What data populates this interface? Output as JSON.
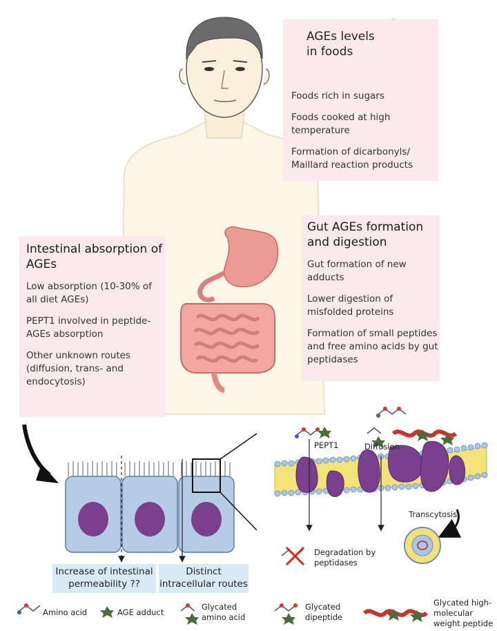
{
  "foods_box": {
    "title_line1": "AGEs levels",
    "title_line2": "in foods",
    "items": [
      "Foods rich in sugars",
      "Foods cooked at high temperature",
      "Formation of dicarbonyls/ Maillard reaction products"
    ]
  },
  "gut_box": {
    "title": "Gut AGEs formation and digestion",
    "items": [
      "Gut formation of new adducts",
      "Lower digestion of misfolded proteins",
      "Formation of small peptides and free amino acids by gut peptidases"
    ]
  },
  "absorption_box": {
    "title": "Intestinal absorption of AGEs",
    "items": [
      "Low absorption (10-30% of all diet AGEs)",
      "PEPT1 involved in peptide-AGEs absorption",
      "Other unknown routes (diffusion, trans- and endocytosis)"
    ]
  },
  "cells": {
    "permeability_label": "Increase of intestinal permeability ??",
    "routes_label": "Distinct intracellular routes"
  },
  "membrane": {
    "pept1": "PEPT1",
    "diffusion": "Diffusion",
    "transcytosis": "Transcytosis",
    "degradation": "Degradation by peptidases"
  },
  "legend": [
    {
      "icon": "amino-acid-icon",
      "label": "Amino acid"
    },
    {
      "icon": "age-adduct-icon",
      "label": "AGE adduct"
    },
    {
      "icon": "glycated-amino-acid-icon",
      "label": "Glycated amino acid"
    },
    {
      "icon": "glycated-dipeptide-icon",
      "label": "Glycated dipeptide"
    },
    {
      "icon": "glycated-peptide-icon",
      "label": "Glycated high-molecular weight peptide"
    }
  ],
  "colors": {
    "box_pink": "#fbe9ec",
    "tag_blue": "#d7ebf6",
    "cell_blue": "#b3cde6",
    "nucleus_purple": "#7b3f8e",
    "membrane_yellow": "#f3e27a",
    "organ_pink": "#e88a8a",
    "skin": "#fdf6e6"
  }
}
